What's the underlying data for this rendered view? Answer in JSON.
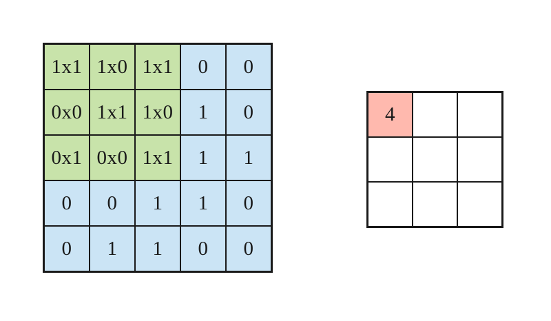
{
  "diagram": {
    "description_cells_only": "convolution",
    "colors": {
      "green": "#c8e3aa",
      "blue": "#cbe4f5",
      "pink": "#ffb9ae",
      "white": "#ffffff",
      "border": "#1a1a1a"
    },
    "input_matrix": {
      "rows": [
        [
          {
            "text": "1x1",
            "color": "green"
          },
          {
            "text": "1x0",
            "color": "green"
          },
          {
            "text": "1x1",
            "color": "green"
          },
          {
            "text": "0",
            "color": "blue"
          },
          {
            "text": "0",
            "color": "blue"
          }
        ],
        [
          {
            "text": "0x0",
            "color": "green"
          },
          {
            "text": "1x1",
            "color": "green"
          },
          {
            "text": "1x0",
            "color": "green"
          },
          {
            "text": "1",
            "color": "blue"
          },
          {
            "text": "0",
            "color": "blue"
          }
        ],
        [
          {
            "text": "0x1",
            "color": "green"
          },
          {
            "text": "0x0",
            "color": "green"
          },
          {
            "text": "1x1",
            "color": "green"
          },
          {
            "text": "1",
            "color": "blue"
          },
          {
            "text": "1",
            "color": "blue"
          }
        ],
        [
          {
            "text": "0",
            "color": "blue"
          },
          {
            "text": "0",
            "color": "blue"
          },
          {
            "text": "1",
            "color": "blue"
          },
          {
            "text": "1",
            "color": "blue"
          },
          {
            "text": "0",
            "color": "blue"
          }
        ],
        [
          {
            "text": "0",
            "color": "blue"
          },
          {
            "text": "1",
            "color": "blue"
          },
          {
            "text": "1",
            "color": "blue"
          },
          {
            "text": "0",
            "color": "blue"
          },
          {
            "text": "0",
            "color": "blue"
          }
        ]
      ]
    },
    "output_matrix": {
      "rows": [
        [
          {
            "text": "4",
            "color": "pink"
          },
          {
            "text": "",
            "color": "white"
          },
          {
            "text": "",
            "color": "white"
          }
        ],
        [
          {
            "text": "",
            "color": "white"
          },
          {
            "text": "",
            "color": "white"
          },
          {
            "text": "",
            "color": "white"
          }
        ],
        [
          {
            "text": "",
            "color": "white"
          },
          {
            "text": "",
            "color": "white"
          },
          {
            "text": "",
            "color": "white"
          }
        ]
      ]
    }
  }
}
